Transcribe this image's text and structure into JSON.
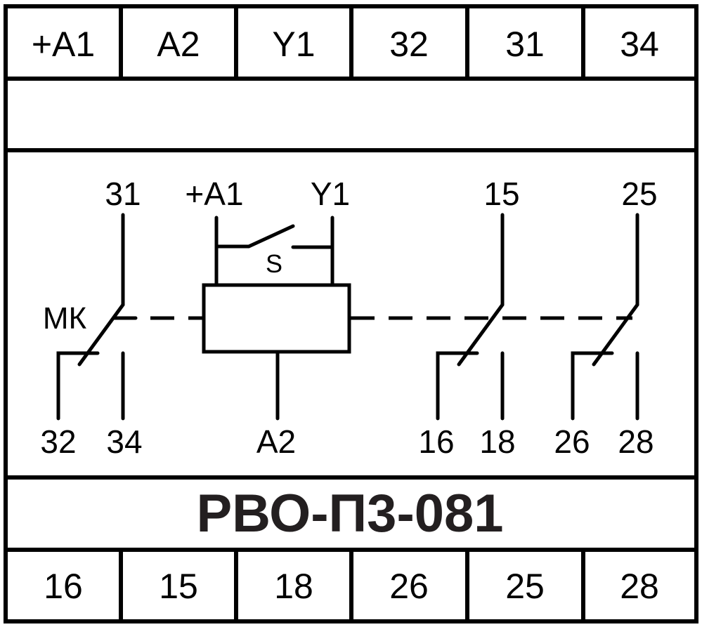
{
  "top_terminals": [
    "+A1",
    "A2",
    "Y1",
    "32",
    "31",
    "34"
  ],
  "bottom_terminals": [
    "16",
    "15",
    "18",
    "26",
    "25",
    "28"
  ],
  "title": "РВО-П3-081",
  "schematic": {
    "top_labels": {
      "c31": "31",
      "a1": "+A1",
      "y1": "Y1",
      "c15": "15",
      "c25": "25"
    },
    "bottom_labels": {
      "c32": "32",
      "c34": "34",
      "a2": "A2",
      "c16": "16",
      "c18": "18",
      "c26": "26",
      "c28": "28"
    },
    "mk_label": "МК",
    "switch_label": "S"
  }
}
